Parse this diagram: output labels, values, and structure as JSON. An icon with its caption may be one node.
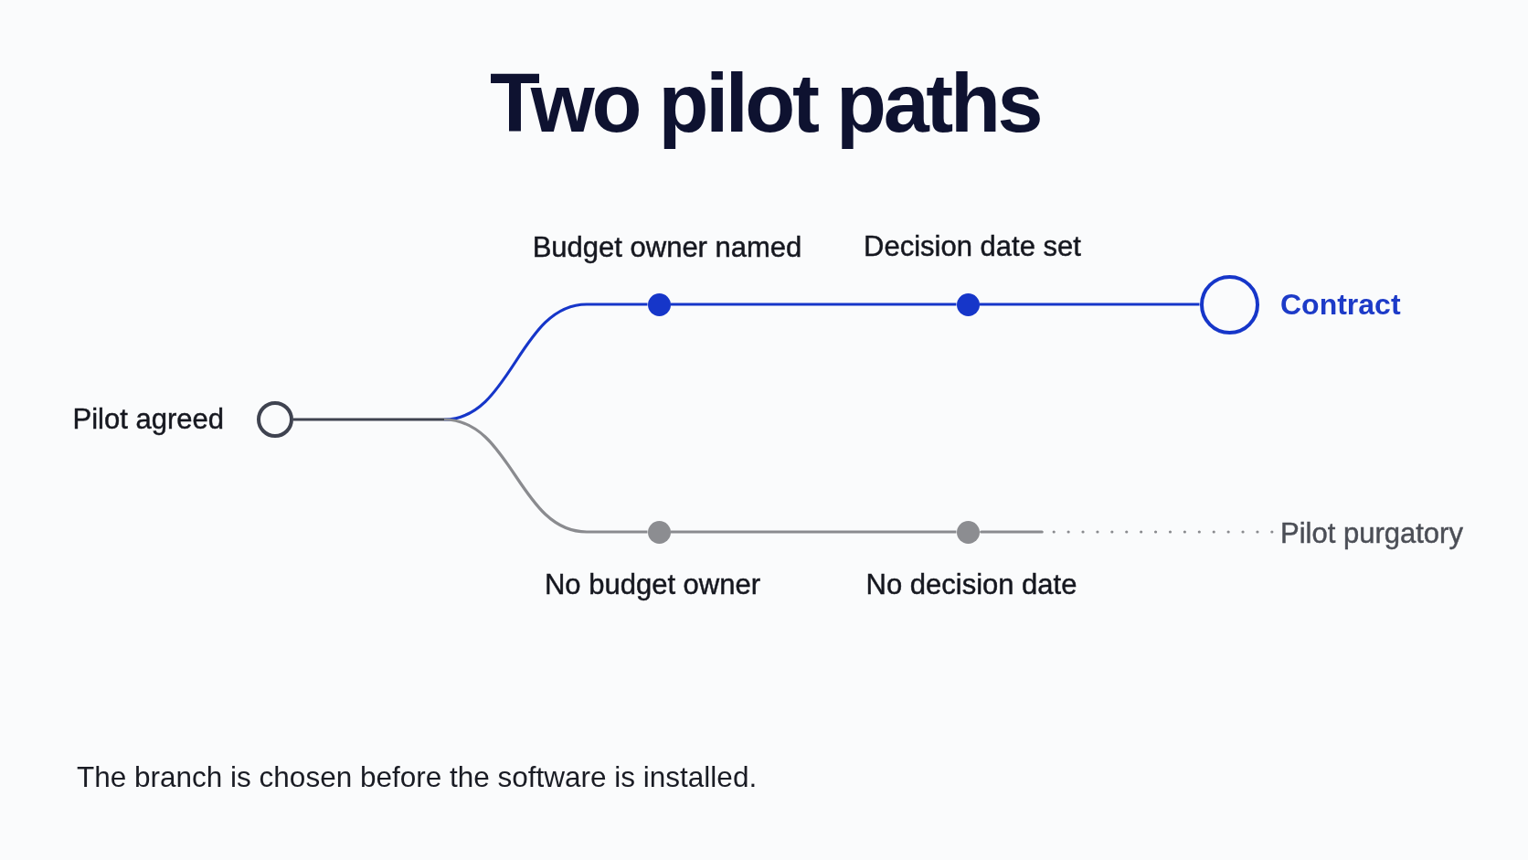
{
  "diagram": {
    "title": "Two pilot paths",
    "caption": "The branch is chosen before the software is installed.",
    "nodes": [
      {
        "text": [],
        "shape": "circle",
        "beside": [
          "Pilot agreed"
        ]
      },
      {
        "text": [],
        "shape": "circle",
        "beside": [
          "Budget owner named"
        ]
      },
      {
        "text": [],
        "shape": "circle",
        "beside": [
          "Decision date set"
        ]
      },
      {
        "text": [],
        "shape": "circle",
        "beside": [
          "Contract"
        ]
      },
      {
        "text": [],
        "shape": "circle",
        "beside": [
          "No budget owner"
        ]
      },
      {
        "text": [],
        "shape": "circle",
        "beside": [
          "No decision date"
        ]
      },
      {
        "text": [
          "Pilot purgatory"
        ]
      }
    ],
    "edges": [
      {
        "from": 0,
        "to": 1,
        "arrow": "none",
        "color": "#1636c9"
      },
      {
        "from": 1,
        "to": 2,
        "arrow": "none",
        "color": "#1636c9"
      },
      {
        "from": 2,
        "to": 3,
        "arrow": "none",
        "color": "#1636c9"
      },
      {
        "from": 0,
        "to": 4,
        "arrow": "none",
        "color": "#8a8b8f"
      },
      {
        "from": 4,
        "to": 5,
        "arrow": "none",
        "color": "#8a8b8f"
      },
      {
        "from": 5,
        "to": 6,
        "arrow": "none",
        "color": "#8a8b8f",
        "style": "dashed"
      }
    ]
  }
}
